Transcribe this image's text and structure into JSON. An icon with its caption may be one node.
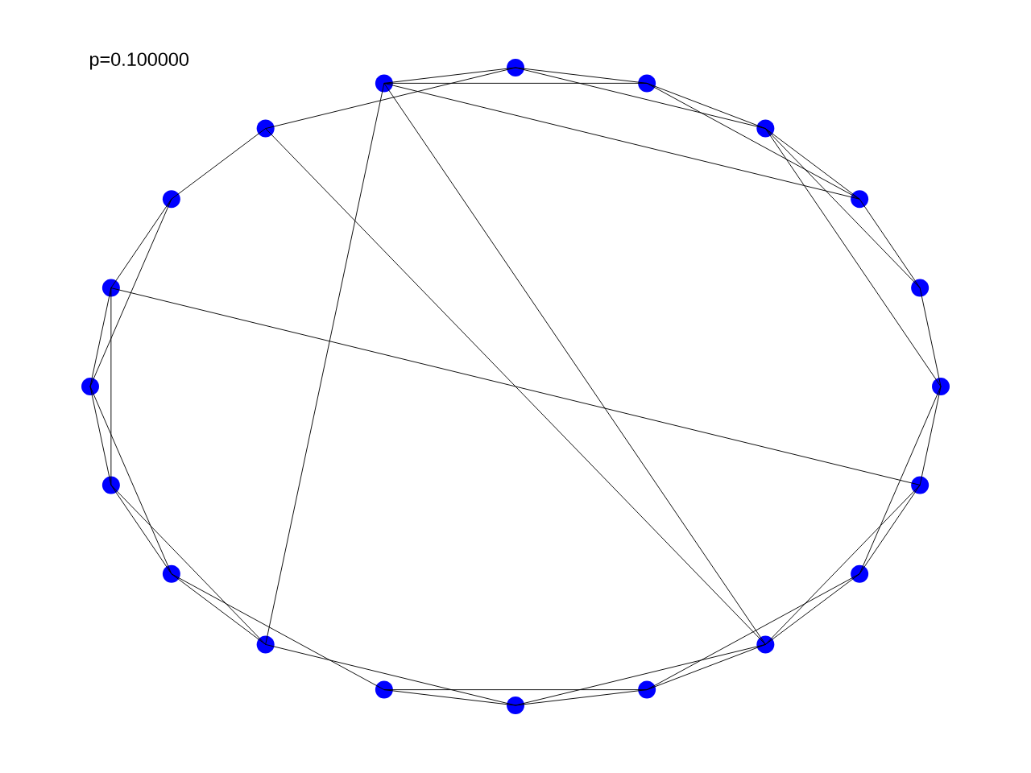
{
  "diagram": {
    "title": "p=0.100000",
    "nodes": [
      {
        "text": [],
        "shape": "circle"
      },
      {
        "text": [],
        "shape": "circle"
      },
      {
        "text": [],
        "shape": "circle"
      },
      {
        "text": [],
        "shape": "circle"
      },
      {
        "text": [],
        "shape": "circle"
      },
      {
        "text": [],
        "shape": "circle"
      },
      {
        "text": [],
        "shape": "circle"
      },
      {
        "text": [],
        "shape": "circle"
      },
      {
        "text": [],
        "shape": "circle"
      },
      {
        "text": [],
        "shape": "circle"
      },
      {
        "text": [],
        "shape": "circle"
      },
      {
        "text": [],
        "shape": "circle"
      },
      {
        "text": [],
        "shape": "circle"
      },
      {
        "text": [],
        "shape": "circle"
      },
      {
        "text": [],
        "shape": "circle"
      },
      {
        "text": [],
        "shape": "circle"
      },
      {
        "text": [],
        "shape": "circle"
      },
      {
        "text": [],
        "shape": "circle"
      },
      {
        "text": [],
        "shape": "circle"
      },
      {
        "text": [],
        "shape": "circle"
      }
    ],
    "edges": [
      {
        "from": 19,
        "to": 17,
        "arrow": "none"
      },
      {
        "from": 19,
        "to": 13,
        "arrow": "none"
      },
      {
        "from": 17,
        "to": 15,
        "arrow": "none"
      },
      {
        "from": 17,
        "to": 13,
        "arrow": "none"
      },
      {
        "from": 15,
        "to": 13,
        "arrow": "none"
      },
      {
        "from": 15,
        "to": 11,
        "arrow": "none"
      },
      {
        "from": 13,
        "to": 11,
        "arrow": "none"
      },
      {
        "from": 13,
        "to": 9,
        "arrow": "none"
      },
      {
        "from": 11,
        "to": 9,
        "arrow": "none"
      },
      {
        "from": 11,
        "to": 7,
        "arrow": "none"
      },
      {
        "from": 9,
        "to": 7,
        "arrow": "none"
      },
      {
        "from": 9,
        "to": 5,
        "arrow": "none"
      },
      {
        "from": 7,
        "to": 15,
        "arrow": "none"
      },
      {
        "from": 7,
        "to": 14,
        "arrow": "none"
      },
      {
        "from": 5,
        "to": 3,
        "arrow": "none"
      },
      {
        "from": 5,
        "to": 14,
        "arrow": "none"
      },
      {
        "from": 3,
        "to": 1,
        "arrow": "none"
      },
      {
        "from": 3,
        "to": 0,
        "arrow": "none"
      },
      {
        "from": 1,
        "to": 0,
        "arrow": "none"
      },
      {
        "from": 1,
        "to": 2,
        "arrow": "none"
      },
      {
        "from": 0,
        "to": 2,
        "arrow": "none"
      },
      {
        "from": 0,
        "to": 4,
        "arrow": "none"
      },
      {
        "from": 2,
        "to": 4,
        "arrow": "none"
      },
      {
        "from": 2,
        "to": 6,
        "arrow": "none"
      },
      {
        "from": 4,
        "to": 6,
        "arrow": "none"
      },
      {
        "from": 4,
        "to": 8,
        "arrow": "none"
      },
      {
        "from": 6,
        "to": 7,
        "arrow": "none"
      },
      {
        "from": 6,
        "to": 10,
        "arrow": "none"
      },
      {
        "from": 8,
        "to": 10,
        "arrow": "none"
      },
      {
        "from": 8,
        "to": 12,
        "arrow": "none"
      },
      {
        "from": 10,
        "to": 12,
        "arrow": "none"
      },
      {
        "from": 10,
        "to": 14,
        "arrow": "none"
      },
      {
        "from": 12,
        "to": 14,
        "arrow": "none"
      },
      {
        "from": 12,
        "to": 16,
        "arrow": "none"
      },
      {
        "from": 14,
        "to": 16,
        "arrow": "none"
      },
      {
        "from": 14,
        "to": 18,
        "arrow": "none"
      },
      {
        "from": 16,
        "to": 18,
        "arrow": "none"
      },
      {
        "from": 16,
        "to": 19,
        "arrow": "none"
      },
      {
        "from": 18,
        "to": 19,
        "arrow": "none"
      },
      {
        "from": 18,
        "to": 1,
        "arrow": "none"
      }
    ]
  }
}
